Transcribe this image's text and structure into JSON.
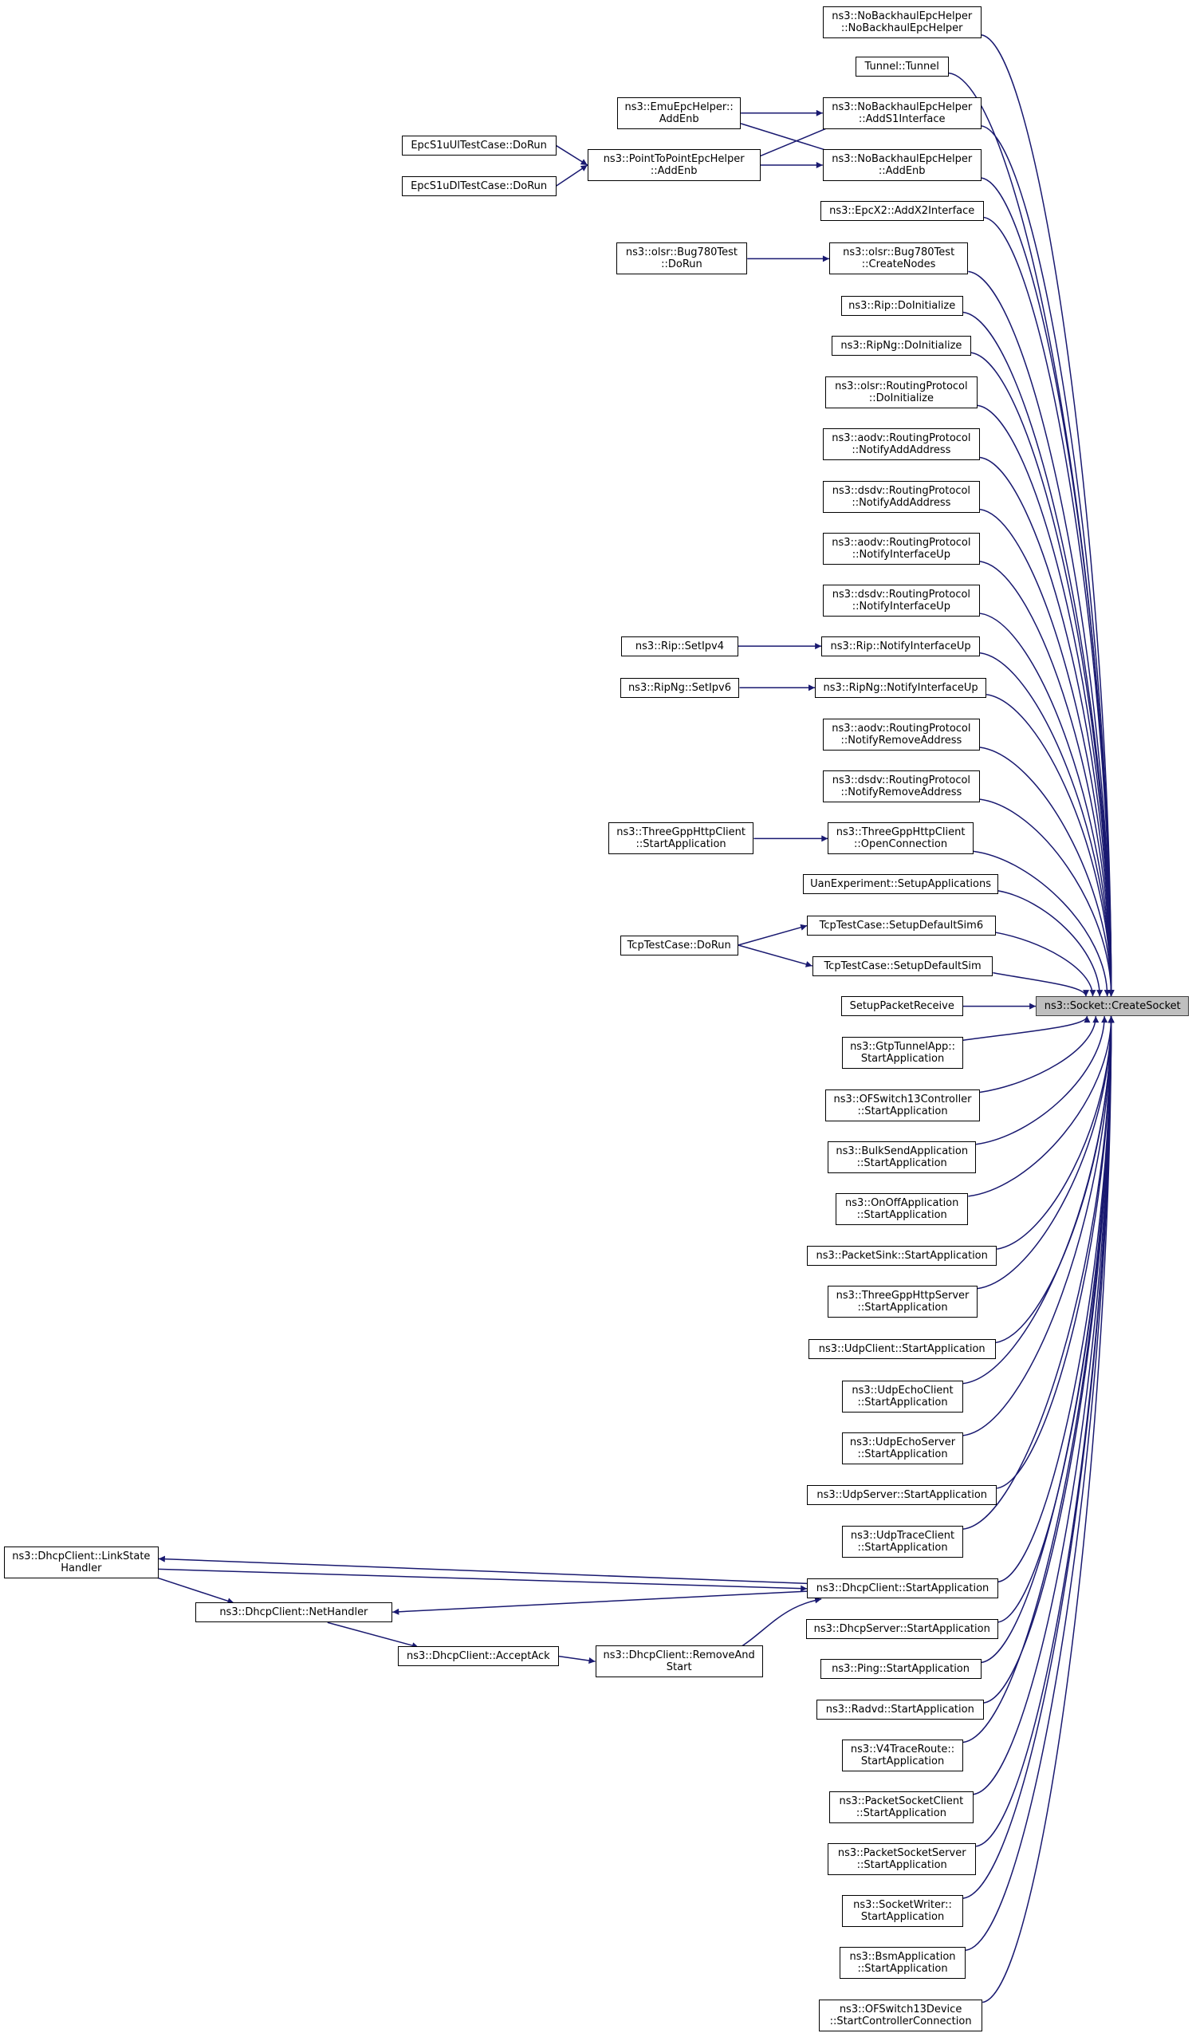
{
  "colors": {
    "edge": "#191970",
    "target_fill": "#bfbfbf",
    "target_border": "#404040"
  },
  "target": {
    "id": "target",
    "lines": [
      "ns3::Socket::CreateSocket"
    ]
  },
  "nodes": [
    {
      "id": "nbh_ctor",
      "lines": [
        "ns3::NoBackhaulEpcHelper",
        "::NoBackhaulEpcHelper"
      ]
    },
    {
      "id": "tunnel",
      "lines": [
        "Tunnel::Tunnel"
      ]
    },
    {
      "id": "nbh_adds1",
      "lines": [
        "ns3::NoBackhaulEpcHelper",
        "::AddS1Interface"
      ]
    },
    {
      "id": "nbh_addenb",
      "lines": [
        "ns3::NoBackhaulEpcHelper",
        "::AddEnb"
      ]
    },
    {
      "id": "epcx2",
      "lines": [
        "ns3::EpcX2::AddX2Interface"
      ]
    },
    {
      "id": "bug780_create",
      "lines": [
        "ns3::olsr::Bug780Test",
        "::CreateNodes"
      ]
    },
    {
      "id": "rip_init",
      "lines": [
        "ns3::Rip::DoInitialize"
      ]
    },
    {
      "id": "ripng_init",
      "lines": [
        "ns3::RipNg::DoInitialize"
      ]
    },
    {
      "id": "olsr_init",
      "lines": [
        "ns3::olsr::RoutingProtocol",
        "::DoInitialize"
      ]
    },
    {
      "id": "aodv_add",
      "lines": [
        "ns3::aodv::RoutingProtocol",
        "::NotifyAddAddress"
      ]
    },
    {
      "id": "dsdv_add",
      "lines": [
        "ns3::dsdv::RoutingProtocol",
        "::NotifyAddAddress"
      ]
    },
    {
      "id": "aodv_up",
      "lines": [
        "ns3::aodv::RoutingProtocol",
        "::NotifyInterfaceUp"
      ]
    },
    {
      "id": "dsdv_up",
      "lines": [
        "ns3::dsdv::RoutingProtocol",
        "::NotifyInterfaceUp"
      ]
    },
    {
      "id": "rip_up",
      "lines": [
        "ns3::Rip::NotifyInterfaceUp"
      ]
    },
    {
      "id": "ripng_up",
      "lines": [
        "ns3::RipNg::NotifyInterfaceUp"
      ]
    },
    {
      "id": "aodv_rm",
      "lines": [
        "ns3::aodv::RoutingProtocol",
        "::NotifyRemoveAddress"
      ]
    },
    {
      "id": "dsdv_rm",
      "lines": [
        "ns3::dsdv::RoutingProtocol",
        "::NotifyRemoveAddress"
      ]
    },
    {
      "id": "http_open",
      "lines": [
        "ns3::ThreeGppHttpClient",
        "::OpenConnection"
      ]
    },
    {
      "id": "uan",
      "lines": [
        "UanExperiment::SetupApplications"
      ]
    },
    {
      "id": "tcp_sim6",
      "lines": [
        "TcpTestCase::SetupDefaultSim6"
      ]
    },
    {
      "id": "tcp_sim",
      "lines": [
        "TcpTestCase::SetupDefaultSim"
      ]
    },
    {
      "id": "pkt_recv",
      "lines": [
        "SetupPacketReceive"
      ]
    },
    {
      "id": "gtp",
      "lines": [
        "ns3::GtpTunnelApp::",
        "StartApplication"
      ]
    },
    {
      "id": "ofctrl",
      "lines": [
        "ns3::OFSwitch13Controller",
        "::StartApplication"
      ]
    },
    {
      "id": "bulk",
      "lines": [
        "ns3::BulkSendApplication",
        "::StartApplication"
      ]
    },
    {
      "id": "onoff",
      "lines": [
        "ns3::OnOffApplication",
        "::StartApplication"
      ]
    },
    {
      "id": "sink",
      "lines": [
        "ns3::PacketSink::StartApplication"
      ]
    },
    {
      "id": "http_srv",
      "lines": [
        "ns3::ThreeGppHttpServer",
        "::StartApplication"
      ]
    },
    {
      "id": "udpclient",
      "lines": [
        "ns3::UdpClient::StartApplication"
      ]
    },
    {
      "id": "echoclient",
      "lines": [
        "ns3::UdpEchoClient",
        "::StartApplication"
      ]
    },
    {
      "id": "echoserver",
      "lines": [
        "ns3::UdpEchoServer",
        "::StartApplication"
      ]
    },
    {
      "id": "udpserver",
      "lines": [
        "ns3::UdpServer::StartApplication"
      ]
    },
    {
      "id": "trace",
      "lines": [
        "ns3::UdpTraceClient",
        "::StartApplication"
      ]
    },
    {
      "id": "dhcp_start",
      "lines": [
        "ns3::DhcpClient::StartApplication"
      ]
    },
    {
      "id": "dhcpsrv",
      "lines": [
        "ns3::DhcpServer::StartApplication"
      ]
    },
    {
      "id": "ping",
      "lines": [
        "ns3::Ping::StartApplication"
      ]
    },
    {
      "id": "radvd",
      "lines": [
        "ns3::Radvd::StartApplication"
      ]
    },
    {
      "id": "v4trace",
      "lines": [
        "ns3::V4TraceRoute::",
        "StartApplication"
      ]
    },
    {
      "id": "psclient",
      "lines": [
        "ns3::PacketSocketClient",
        "::StartApplication"
      ]
    },
    {
      "id": "psserver",
      "lines": [
        "ns3::PacketSocketServer",
        "::StartApplication"
      ]
    },
    {
      "id": "sockwriter",
      "lines": [
        "ns3::SocketWriter::",
        "StartApplication"
      ]
    },
    {
      "id": "bsm",
      "lines": [
        "ns3::BsmApplication",
        "::StartApplication"
      ]
    },
    {
      "id": "ofdev",
      "lines": [
        "ns3::OFSwitch13Device",
        "::StartControllerConnection"
      ]
    },
    {
      "id": "emu_addenb",
      "lines": [
        "ns3::EmuEpcHelper::",
        "AddEnb"
      ]
    },
    {
      "id": "p2p_addenb",
      "lines": [
        "ns3::PointToPointEpcHelper",
        "::AddEnb"
      ]
    },
    {
      "id": "s1ul",
      "lines": [
        "EpcS1uUlTestCase::DoRun"
      ]
    },
    {
      "id": "s1dl",
      "lines": [
        "EpcS1uDlTestCase::DoRun"
      ]
    },
    {
      "id": "bug780_run",
      "lines": [
        "ns3::olsr::Bug780Test",
        "::DoRun"
      ]
    },
    {
      "id": "rip_setipv4",
      "lines": [
        "ns3::Rip::SetIpv4"
      ]
    },
    {
      "id": "ripng_setipv6",
      "lines": [
        "ns3::RipNg::SetIpv6"
      ]
    },
    {
      "id": "http_start",
      "lines": [
        "ns3::ThreeGppHttpClient",
        "::StartApplication"
      ]
    },
    {
      "id": "tcp_run",
      "lines": [
        "TcpTestCase::DoRun"
      ]
    },
    {
      "id": "dhcp_link",
      "lines": [
        "ns3::DhcpClient::LinkState",
        "Handler"
      ]
    },
    {
      "id": "dhcp_net",
      "lines": [
        "ns3::DhcpClient::NetHandler"
      ]
    },
    {
      "id": "dhcp_ack",
      "lines": [
        "ns3::DhcpClient::AcceptAck"
      ]
    },
    {
      "id": "dhcp_remove",
      "lines": [
        "ns3::DhcpClient::RemoveAnd",
        "Start"
      ]
    }
  ],
  "edges": [
    {
      "from": "emu_addenb",
      "to": "nbh_adds1"
    },
    {
      "from": "emu_addenb",
      "to": "nbh_addenb"
    },
    {
      "from": "p2p_addenb",
      "to": "nbh_adds1"
    },
    {
      "from": "p2p_addenb",
      "to": "nbh_addenb"
    },
    {
      "from": "s1ul",
      "to": "p2p_addenb"
    },
    {
      "from": "s1dl",
      "to": "p2p_addenb"
    },
    {
      "from": "bug780_run",
      "to": "bug780_create"
    },
    {
      "from": "rip_setipv4",
      "to": "rip_up"
    },
    {
      "from": "ripng_setipv6",
      "to": "ripng_up"
    },
    {
      "from": "http_start",
      "to": "http_open"
    },
    {
      "from": "tcp_run",
      "to": "tcp_sim6"
    },
    {
      "from": "tcp_run",
      "to": "tcp_sim"
    },
    {
      "from": "dhcp_start",
      "to": "dhcp_link"
    },
    {
      "from": "dhcp_link",
      "to": "dhcp_start"
    },
    {
      "from": "dhcp_start",
      "to": "dhcp_net"
    },
    {
      "from": "dhcp_link",
      "to": "dhcp_net"
    },
    {
      "from": "dhcp_net",
      "to": "dhcp_ack"
    },
    {
      "from": "dhcp_ack",
      "to": "dhcp_remove"
    },
    {
      "from": "dhcp_remove",
      "to": "dhcp_start"
    }
  ]
}
